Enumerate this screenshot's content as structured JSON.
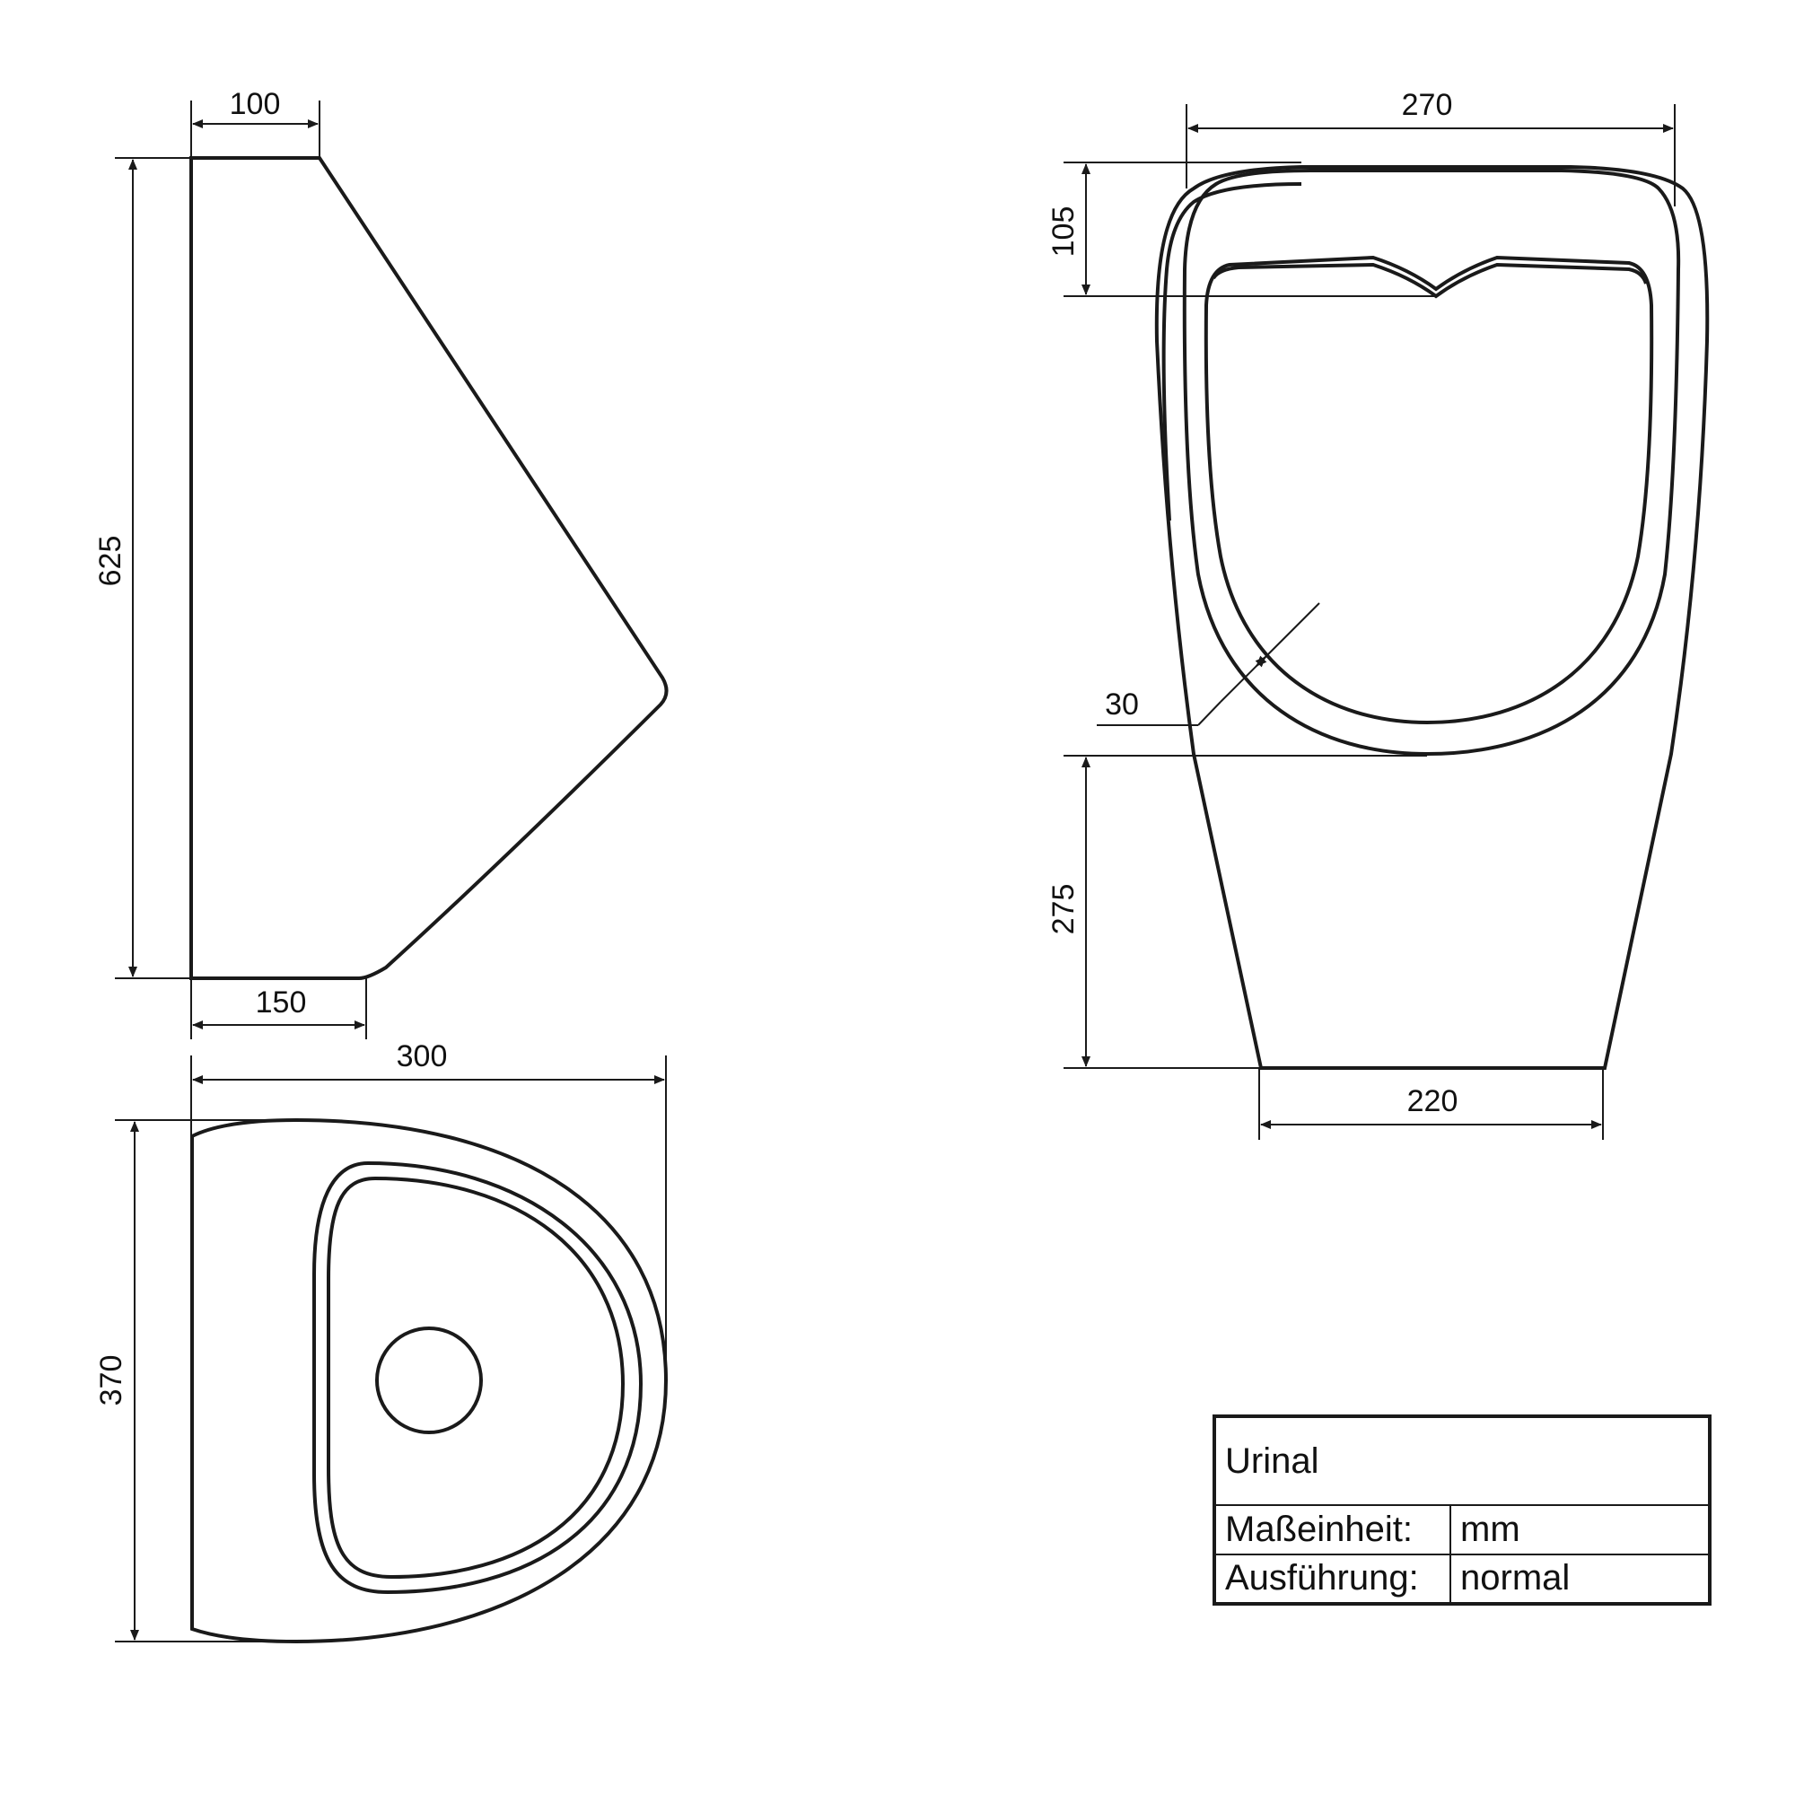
{
  "dimensions": {
    "side_top_width": "100",
    "side_height": "625",
    "side_bottom_width": "150",
    "top_width": "300",
    "top_depth": "370",
    "front_width": "270",
    "front_rim_height": "105",
    "front_wall_thickness": "30",
    "front_lower_height": "275",
    "front_base_width": "220"
  },
  "title_block": {
    "title": "Urinal",
    "rows": [
      {
        "label": "Maßeinheit:",
        "value": "mm"
      },
      {
        "label": "Ausführung:",
        "value": "normal"
      }
    ]
  },
  "colors": {
    "line": "#1a1a1a",
    "background": "#ffffff"
  }
}
